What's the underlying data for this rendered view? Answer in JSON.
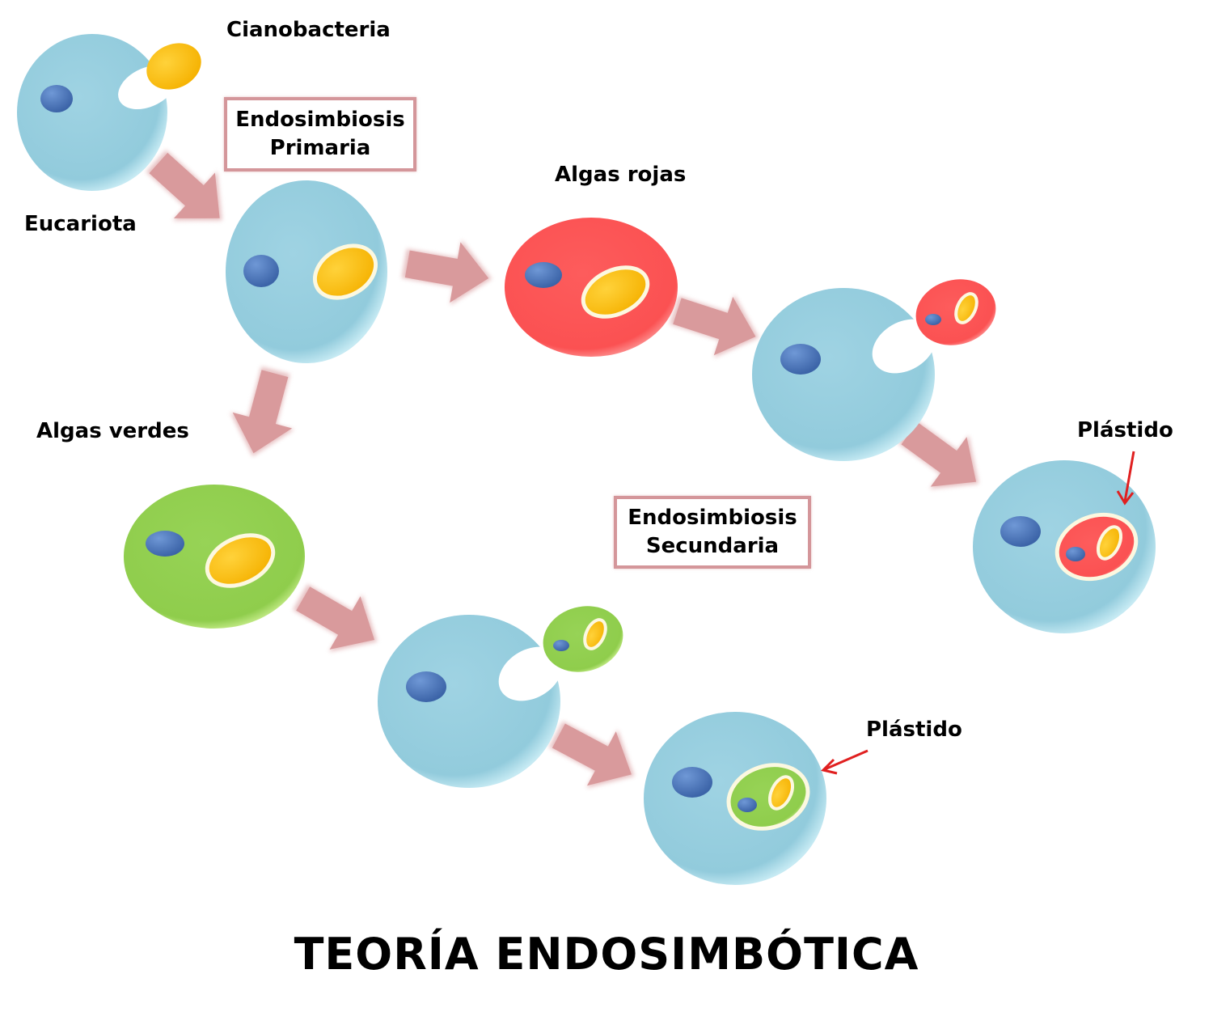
{
  "labels": {
    "cianobacteria": "Cianobacteria",
    "eucariota": "Eucariota",
    "algas_rojas": "Algas rojas",
    "algas_verdes": "Algas verdes",
    "plastido_red": "Plástido",
    "plastido_green": "Plástido"
  },
  "boxes": {
    "primaria": {
      "line1": "Endosimbiosis",
      "line2": "Primaria"
    },
    "secundaria": {
      "line1": "Endosimbiosis",
      "line2": "Secundaria"
    }
  },
  "title": "TEORÍA ENDOSIMBÓTICA",
  "colors": {
    "host_cell": "#92ccde",
    "nucleus": "#4a74b8",
    "cyanobacterium": "#fbbd07",
    "red_alga": "#fc5556",
    "green_alga": "#92d050",
    "arrow": "#d99a9c",
    "pointer_arrow": "#e02020"
  }
}
